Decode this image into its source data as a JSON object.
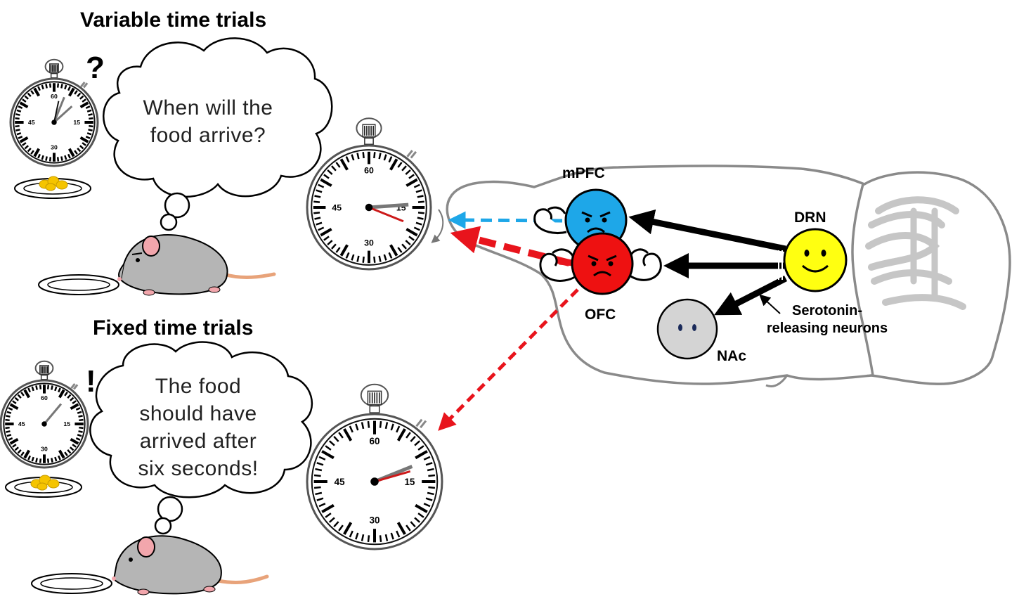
{
  "panels": {
    "variable": {
      "title": "Variable time trials",
      "thought_line1": "When will the",
      "thought_line2": "food arrive?",
      "mark": "?"
    },
    "fixed": {
      "title": "Fixed time trials",
      "thought_line1": "The food",
      "thought_line2": "should have",
      "thought_line3": "arrived after",
      "thought_line4": "six seconds!",
      "mark": "!"
    }
  },
  "clock_labels": {
    "top": "60",
    "right": "15",
    "bottom": "30",
    "left": "45"
  },
  "brain": {
    "regions": {
      "mpfc": "mPFC",
      "ofc": "OFC",
      "drn": "DRN",
      "nac": "NAc"
    },
    "note_line1": "Serotonin-",
    "note_line2": "releasing neurons"
  },
  "colors": {
    "mpfc": "#1ea7e8",
    "ofc": "#ee1111",
    "drn": "#ffff11",
    "nac": "#d4d4d4",
    "outline": "#888888",
    "red_arrow": "#e8141c",
    "blue_arrow": "#1ea7e8",
    "mouse_body": "#b5b5b5",
    "food": "#f5c400"
  }
}
